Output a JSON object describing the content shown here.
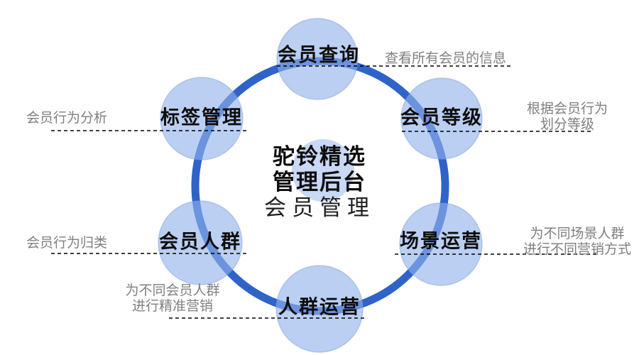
{
  "diagram": {
    "center": {
      "line1": "驼铃精选",
      "line2": "管理后台",
      "line3": "会员管理"
    },
    "nodes": [
      {
        "id": "member-query",
        "label": "会员查询",
        "annotation_lines": [
          "查看所有会员的信息"
        ]
      },
      {
        "id": "member-level",
        "label": "会员等级",
        "annotation_lines": [
          "根据会员行为",
          "划分等级"
        ]
      },
      {
        "id": "scene-operation",
        "label": "场景运营",
        "annotation_lines": [
          "为不同场景人群",
          "进行不同营销方式"
        ]
      },
      {
        "id": "crowd-operation",
        "label": "人群运营",
        "annotation_lines": [
          "为不同会员人群",
          "进行精准营销"
        ]
      },
      {
        "id": "member-crowd",
        "label": "会员人群",
        "annotation_lines": [
          "会员行为归类"
        ]
      },
      {
        "id": "tag-management",
        "label": "标签管理",
        "annotation_lines": [
          "会员行为分析"
        ]
      }
    ],
    "colors": {
      "ring": "#2f63c8",
      "node_fill": "#bdd1f3",
      "label_text": "#0d0d0d",
      "annotation_text": "#7f7f7f",
      "dash_line": "#000000"
    }
  }
}
